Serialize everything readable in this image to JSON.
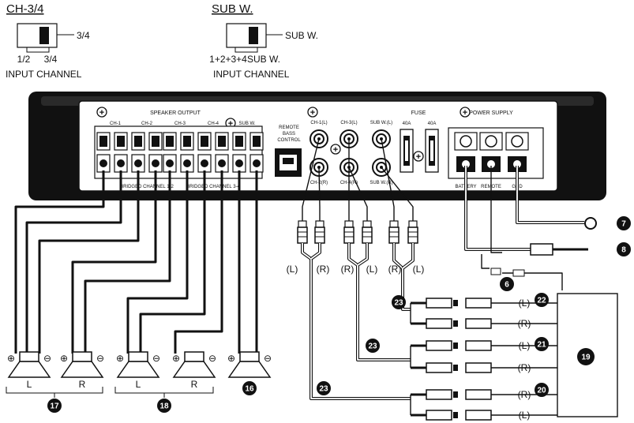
{
  "switch_ch34": {
    "title": "CH-3/4",
    "setting_label": "3/4",
    "pos_left": "1/2",
    "pos_right": "3/4",
    "caption": "INPUT CHANNEL"
  },
  "switch_subw": {
    "title": "SUB W.",
    "setting_label": "SUB W.",
    "pos_left": "1+2+3+4",
    "pos_right": "SUB W.",
    "caption": "INPUT CHANNEL"
  },
  "amp": {
    "speaker_output": "SPEAKER OUTPUT",
    "channels": [
      "CH-1",
      "CH-2",
      "CH-3",
      "CH-4",
      "SUB W."
    ],
    "bridged_1": "BRIDGED CHANNEL 1-2",
    "bridged_2": "BRIDGED CHANNEL 3-4",
    "remote_bass_control": [
      "REMOTE",
      "BASS",
      "CONTROL"
    ],
    "rca_top": [
      "CH-1(L)",
      "CH-3(L)",
      "SUB W.(L)"
    ],
    "rca_bottom": [
      "CH-2(R)",
      "CH-4(R)",
      "SUB W.(R)"
    ],
    "fuse": "FUSE",
    "fuse_ratings": [
      "40A",
      "40A"
    ],
    "power_supply": "POWER SUPPLY",
    "power_terminals": [
      "BATTERY",
      "REMOTE",
      "GND"
    ]
  },
  "rca_plug_labels": [
    "(L)",
    "(R)",
    "(R)",
    "(L)",
    "(R)",
    "(L)"
  ],
  "speakers": {
    "labels": [
      "L",
      "R",
      "L",
      "R"
    ],
    "plus": "⊕",
    "minus": "⊖"
  },
  "callouts": {
    "ground": "7",
    "battery": "8",
    "remote_lead": "6",
    "car_stereo": "19",
    "front_out": "22",
    "rear_out": "21",
    "sub_out": "20",
    "rca_cable": "23",
    "speakers_12": "17",
    "speakers_34": "18",
    "subwoofer": "16"
  },
  "stereo_out_labels": [
    "(L)",
    "(R)",
    "(L)",
    "(R)",
    "(R)",
    "(L)"
  ]
}
